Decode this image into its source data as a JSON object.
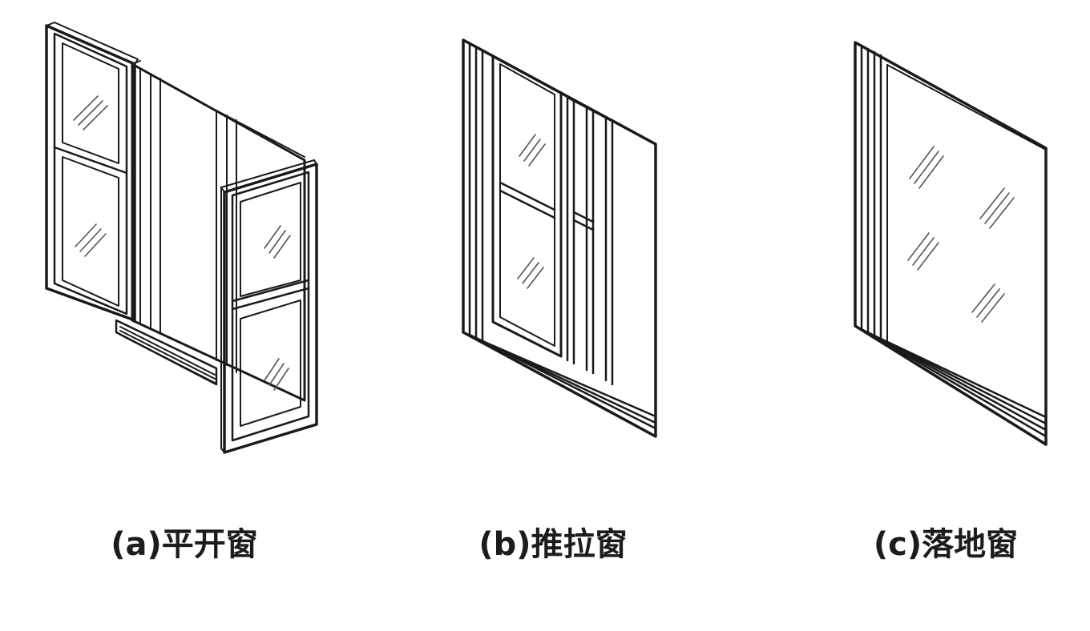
{
  "figures": [
    {
      "id": "a",
      "caption": "(a)平开窗"
    },
    {
      "id": "b",
      "caption": "(b)推拉窗"
    },
    {
      "id": "c",
      "caption": "(c)落地窗"
    }
  ],
  "colors": {
    "line": "#1a1a1a",
    "glass_hatch": "#555555",
    "background": "#ffffff"
  }
}
